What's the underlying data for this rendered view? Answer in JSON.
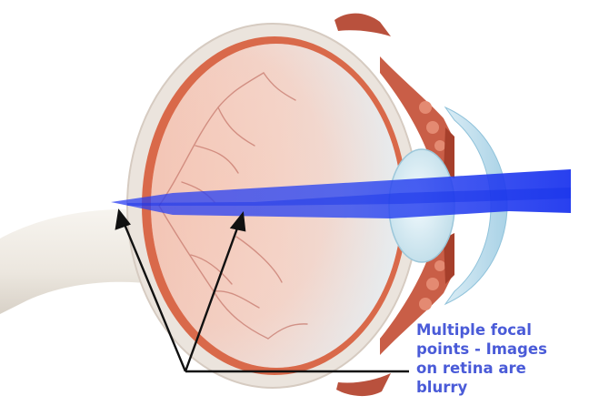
{
  "annotation": {
    "lines": [
      "Multiple focal",
      "points - Images",
      "on retina are",
      "blurry"
    ]
  },
  "colors": {
    "caption": "#4a5bd8",
    "light_beam": "#1f3cf0",
    "sclera": "#ebe4dd",
    "choroid": "#d9694a",
    "vitreous": "#f2c8b8",
    "cornea": "#cfe6f2",
    "iris": "#b5452f",
    "optic_nerve": "#eeeae4",
    "arrow": "#111111"
  },
  "icons": [
    "eye-cross-section",
    "arrow"
  ]
}
